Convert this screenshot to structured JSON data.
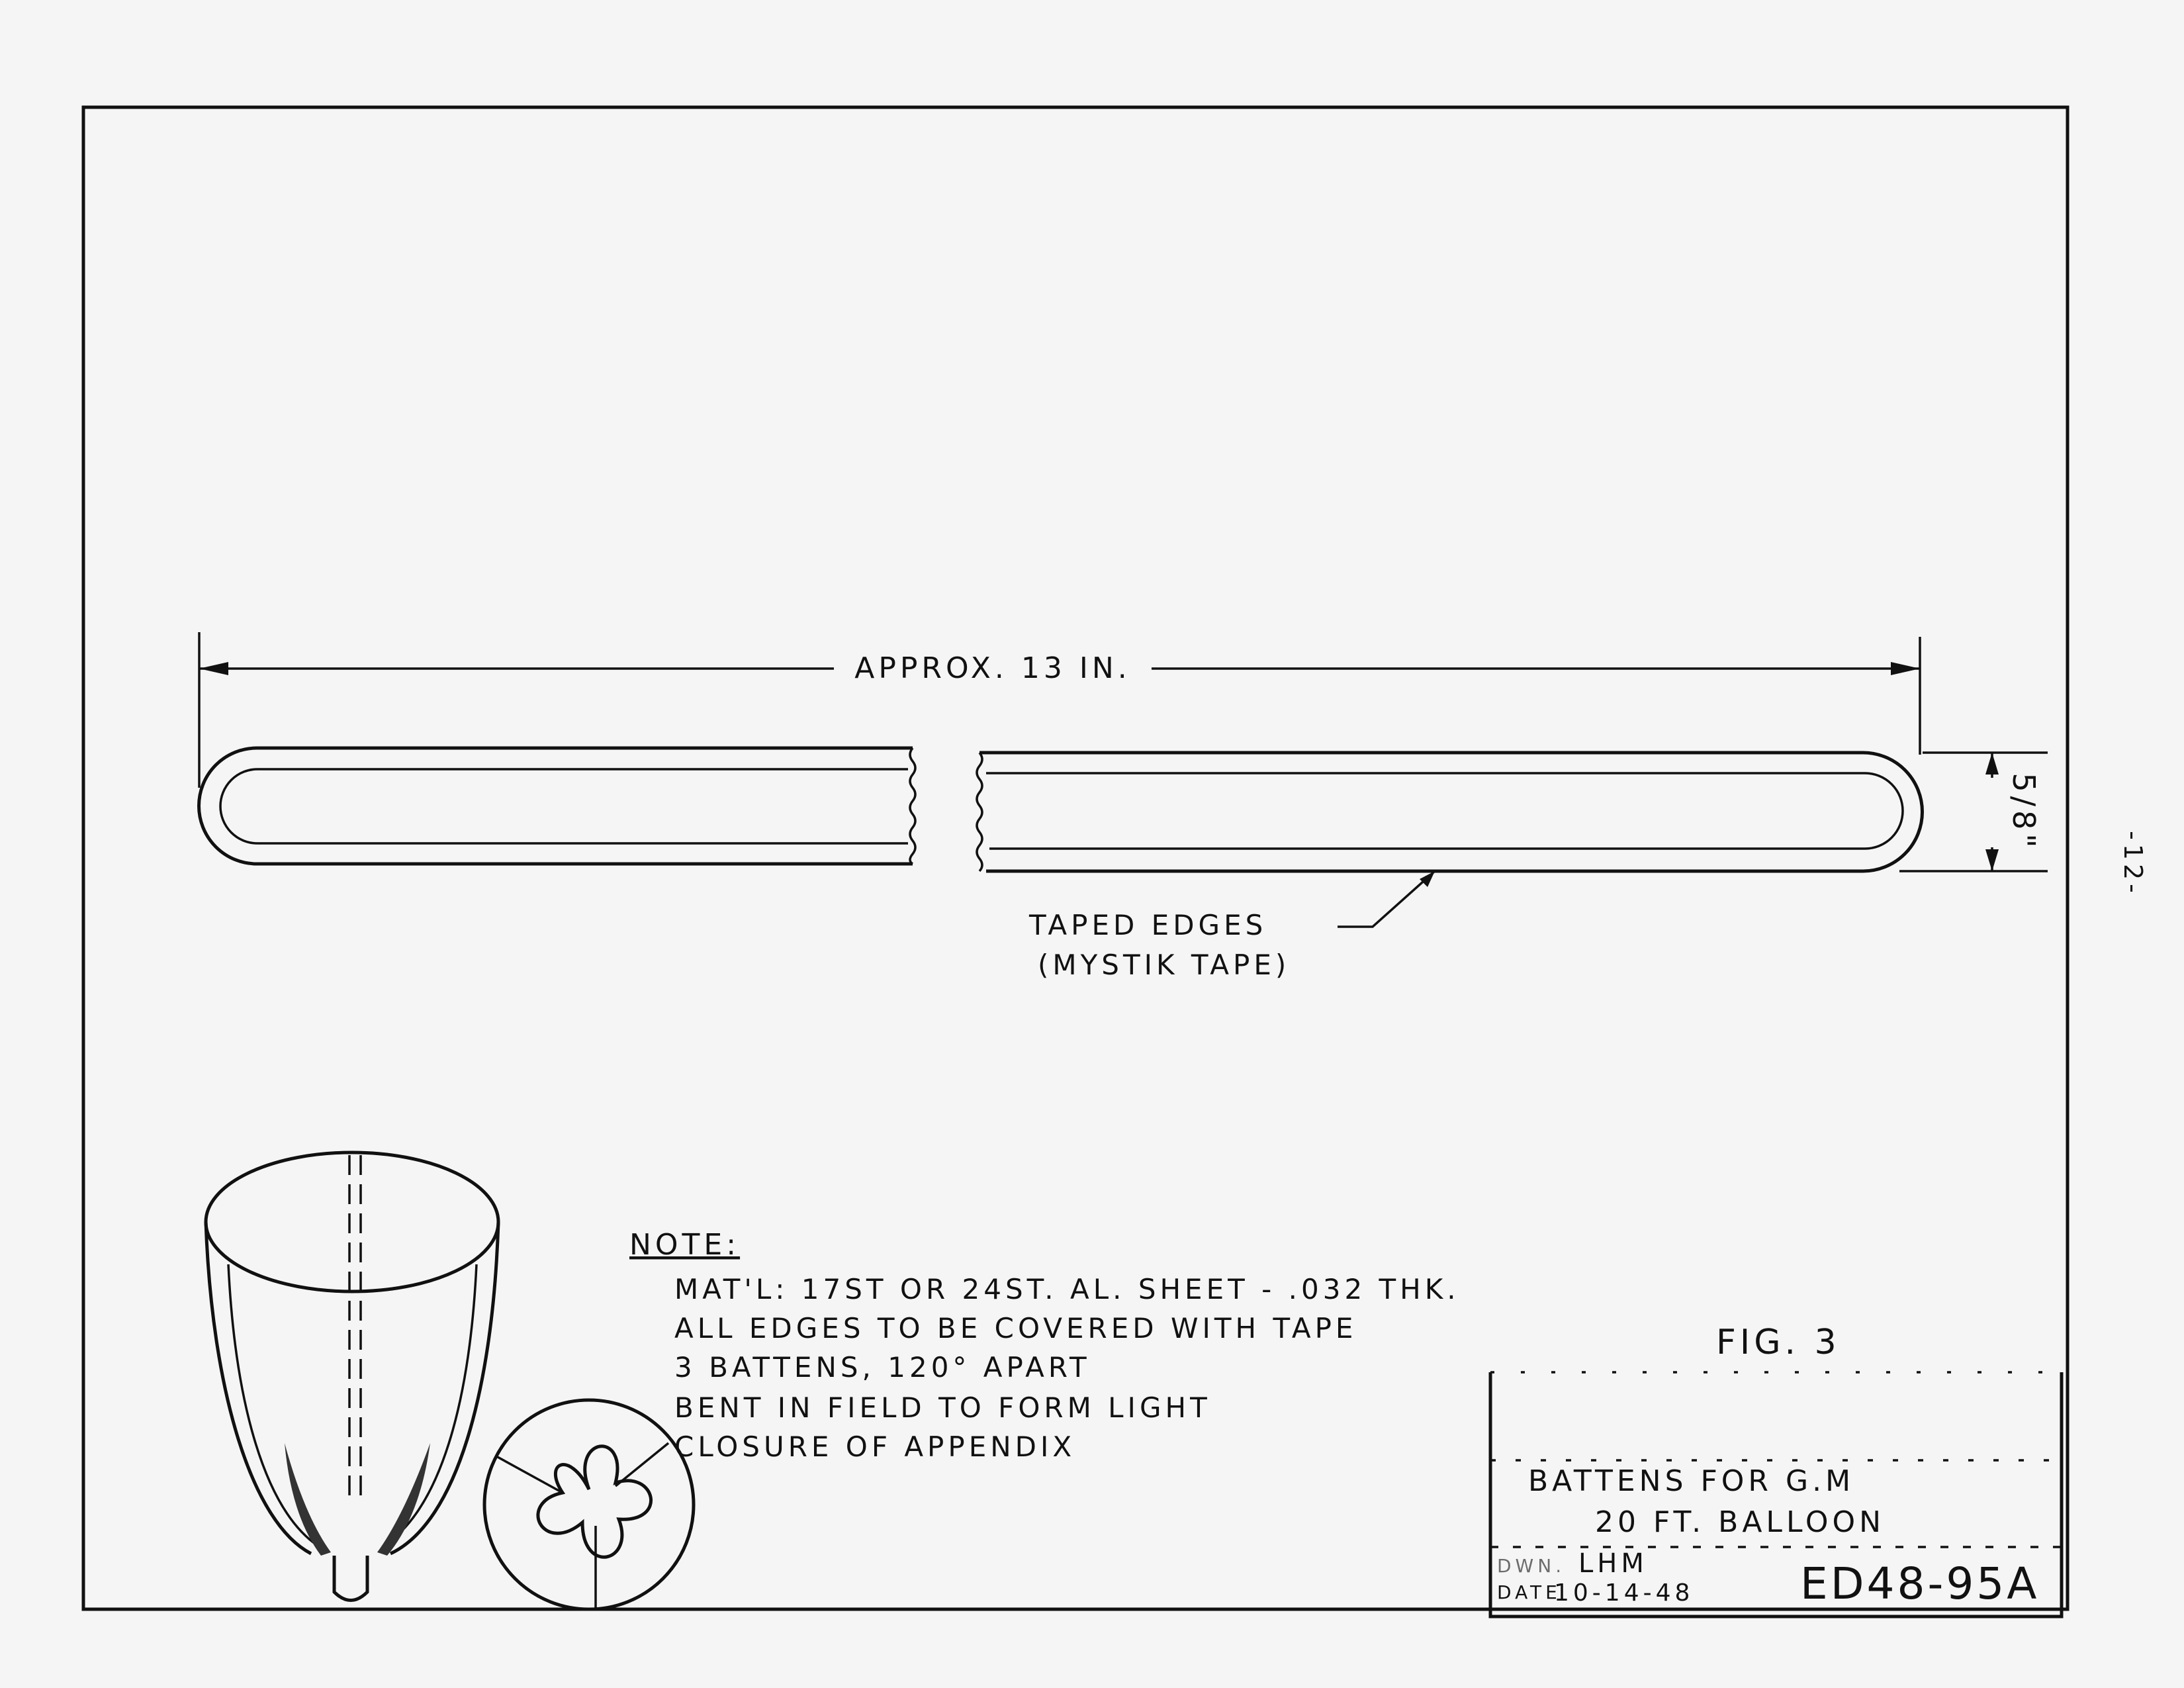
{
  "drawing": {
    "dimension_length": "APPROX. 13 IN.",
    "dimension_width": "5/8\"",
    "taped_edges_line1": "TAPED EDGES",
    "taped_edges_line2": "(MYSTIK TAPE)",
    "page_number": "-12-",
    "figure_label": "FIG. 3"
  },
  "notes": {
    "heading": "NOTE:",
    "lines": [
      "MAT'L: 17ST OR 24ST. AL. SHEET - .032 THK.",
      "ALL EDGES TO BE COVERED WITH TAPE",
      "3 BATTENS, 120° APART",
      "BENT IN FIELD TO FORM LIGHT",
      "CLOSURE OF APPENDIX"
    ]
  },
  "title_block": {
    "title_line1": "BATTENS FOR G.M",
    "title_line2": "20 FT. BALLOON",
    "drawn_label": "DWN.",
    "drawn_by": "LHM",
    "date_label": "DATE",
    "date": "10-14-48",
    "drawing_number": "ED48-95A"
  }
}
